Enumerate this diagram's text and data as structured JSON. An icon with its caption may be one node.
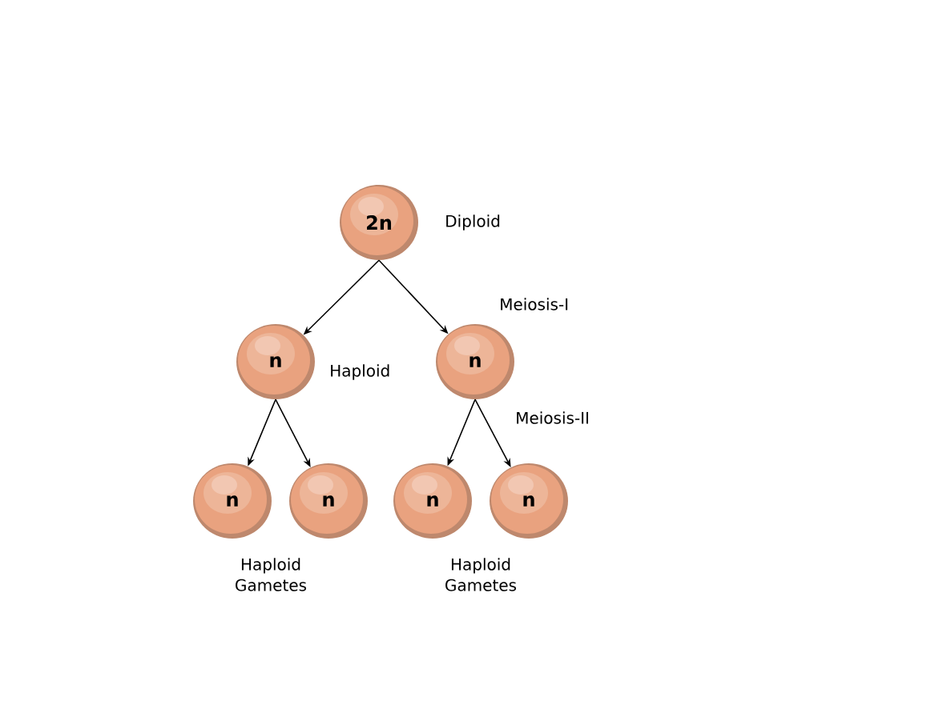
{
  "diagram": {
    "nodes": [
      {
        "text": [
          "2n"
        ],
        "beside": [
          "Diploid"
        ]
      },
      {
        "text": [
          "n"
        ]
      },
      {
        "text": [
          "n"
        ]
      },
      {
        "text": [
          "n"
        ]
      },
      {
        "text": [
          "n"
        ]
      },
      {
        "text": [
          "n"
        ]
      },
      {
        "text": [
          "n"
        ]
      }
    ],
    "edges": [
      {
        "from": 0,
        "to": 1,
        "arrow": "to"
      },
      {
        "from": 0,
        "to": 2,
        "arrow": "to"
      },
      {
        "from": 1,
        "to": 3,
        "arrow": "to"
      },
      {
        "from": 1,
        "to": 4,
        "arrow": "to"
      },
      {
        "from": 2,
        "to": 5,
        "arrow": "to"
      },
      {
        "from": 2,
        "to": 6,
        "arrow": "to"
      }
    ],
    "labels": [
      "Meiosis-I",
      "Haploid",
      "Meiosis-II",
      "Haploid Gametes",
      "Haploid Gametes"
    ]
  }
}
